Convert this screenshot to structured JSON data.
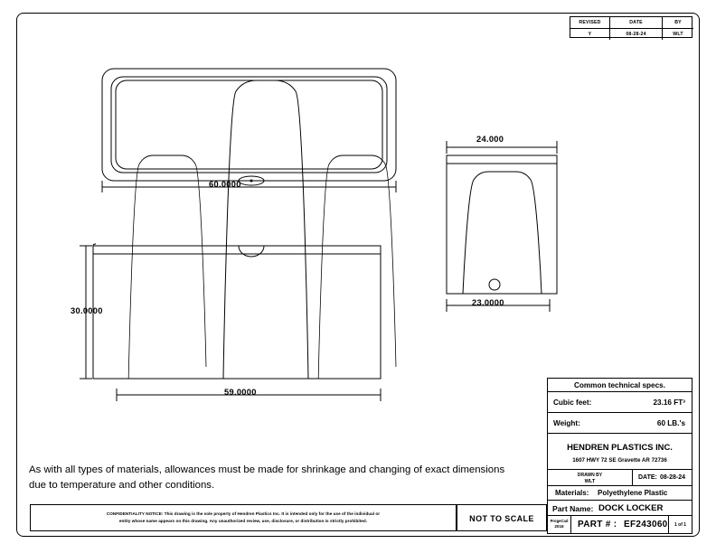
{
  "revision_block": {
    "headers": [
      "REVISED",
      "DATE",
      "BY"
    ],
    "values": [
      "Y",
      "08-28-24",
      "WLT"
    ]
  },
  "dimensions": {
    "top_view_width": "60.0000",
    "side_view_top": "24.000",
    "side_view_bottom": "23.0000",
    "front_view_height": "30.0000",
    "front_view_width": "59.0000"
  },
  "disclaimer": "As with all types of materials, allowances must be made for shrinkage and changing of exact dimensions due to temperature and other conditions.",
  "confidentiality": {
    "line1": "CONFIDENTIALITY NOTICE: This drawing is the sole property of Hendren Plastics Inc. It is intended only for the use of the individual or",
    "line2": "entity whose name appears on this drawing. Any unauthorized review, use, disclosure, or distribution is strictly prohibited."
  },
  "not_to_scale": "NOT TO SCALE",
  "specs": {
    "title": "Common technical specs.",
    "cubic_feet_label": "Cubic feet:",
    "cubic_feet_value": "23.16 FT³",
    "weight_label": "Weight:",
    "weight_value": "60 LB.'s",
    "company": "HENDREN PLASTICS INC.",
    "address": "1607 HWY 72 SE    Gravette AR 72736",
    "drawn_by_label": "DRAWN BY",
    "drawn_by_value": "WLT",
    "date_label": "DATE:",
    "date_value": "08-28-24",
    "materials_label": "Materials:",
    "materials_value": "Polyethylene Plastic",
    "part_name_label": "Part Name:",
    "part_name_value": "DOCK LOCKER",
    "software_line1": "ProgeCad",
    "software_line2": "2016",
    "part_number_label": "PART #  :",
    "part_number_value": "EF243060",
    "sheet": "1 of 1"
  }
}
